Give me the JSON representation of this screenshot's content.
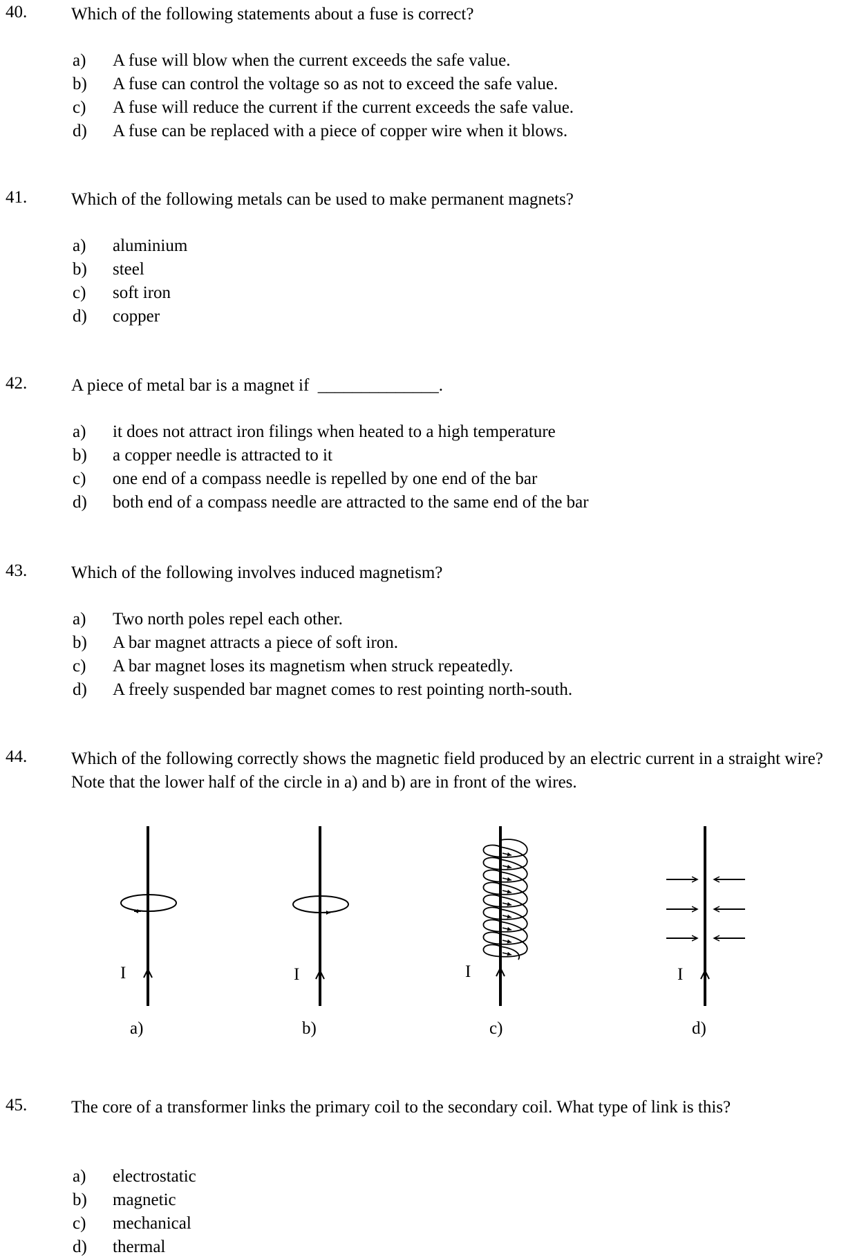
{
  "questions": [
    {
      "number": "40.",
      "text": "Which of the following statements about a fuse is correct?",
      "options": [
        {
          "label": "a)",
          "text": "A fuse will blow when the current exceeds the safe value."
        },
        {
          "label": "b)",
          "text": "A fuse can control the voltage so as not to exceed the safe value."
        },
        {
          "label": "c)",
          "text": "A fuse will reduce the current if the current exceeds the safe value."
        },
        {
          "label": "d)",
          "text": "A fuse can be replaced with a piece of copper wire when it blows."
        }
      ]
    },
    {
      "number": "41.",
      "text": "Which of the following metals can be used to make permanent magnets?",
      "options": [
        {
          "label": "a)",
          "text": "aluminium"
        },
        {
          "label": "b)",
          "text": "steel"
        },
        {
          "label": "c)",
          "text": "soft iron"
        },
        {
          "label": "d)",
          "text": "copper"
        }
      ]
    },
    {
      "number": "42.",
      "text": "A piece of metal bar is a magnet if  ______________.",
      "options": [
        {
          "label": "a)",
          "text": "it does not attract iron filings when heated to a high temperature"
        },
        {
          "label": "b)",
          "text": "a copper needle is attracted to it"
        },
        {
          "label": "c)",
          "text": "one end of a compass needle is repelled by one end of the bar"
        },
        {
          "label": "d)",
          "text": "both end of a compass needle are attracted to the same end of the bar"
        }
      ]
    },
    {
      "number": "43.",
      "text": "Which of the following involves induced magnetism?",
      "options": [
        {
          "label": "a)",
          "text": "Two north poles repel each other."
        },
        {
          "label": "b)",
          "text": "A bar magnet attracts a piece of soft iron."
        },
        {
          "label": "c)",
          "text": "A bar magnet loses its magnetism when struck repeatedly."
        },
        {
          "label": "d)",
          "text": "A freely suspended bar magnet comes to rest pointing north-south."
        }
      ]
    },
    {
      "number": "44.",
      "text": "Which of the following correctly shows the magnetic field produced by an electric current in a straight wire? Note that the lower half of the circle in a) and b) are in front of the wires.",
      "options": []
    },
    {
      "number": "45.",
      "text": "The core of a transformer links the primary coil to the secondary coil.  What type of link is this?",
      "options": [
        {
          "label": "a)",
          "text": "electrostatic"
        },
        {
          "label": "b)",
          "text": "magnetic"
        },
        {
          "label": "c)",
          "text": "mechanical"
        },
        {
          "label": "d)",
          "text": "thermal"
        }
      ]
    }
  ],
  "figure": {
    "current_label": "I",
    "captions": [
      "a)",
      "b)",
      "c)",
      "d)"
    ]
  }
}
